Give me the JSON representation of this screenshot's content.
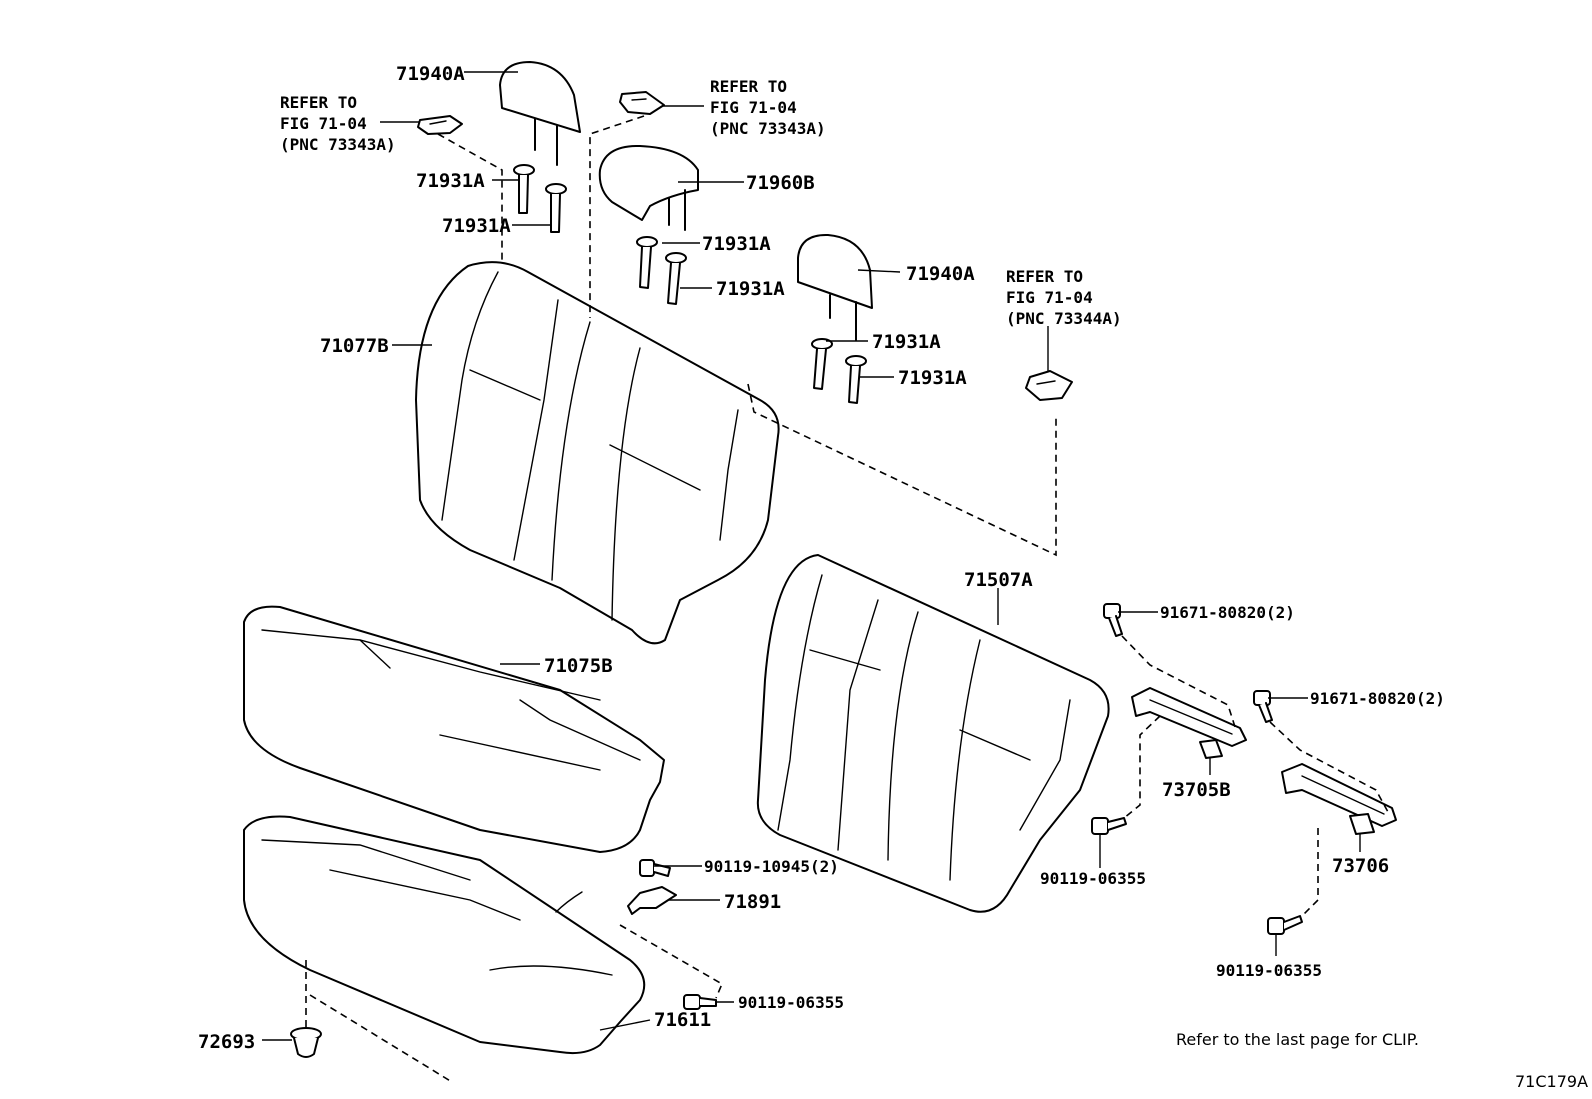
{
  "parts": {
    "p71940A_top": "71940A",
    "p71931A_1": "71931A",
    "p71931A_2": "71931A",
    "p71960B": "71960B",
    "p71931A_3": "71931A",
    "p71931A_4": "71931A",
    "p71940A_right": "71940A",
    "p71931A_5": "71931A",
    "p71931A_6": "71931A",
    "p71077B": "71077B",
    "p71507A": "71507A",
    "p71075B": "71075B",
    "p90119_10945": "90119-10945(2)",
    "p71891": "71891",
    "p90119_06355_a": "90119-06355",
    "p71611": "71611",
    "p72693": "72693",
    "p91671_80820_a": "91671-80820(2)",
    "p73705B": "73705B",
    "p90119_06355_b": "90119-06355",
    "p91671_80820_b": "91671-80820(2)",
    "p73706": "73706",
    "p90119_06355_c": "90119-06355"
  },
  "refs": {
    "left": {
      "l1": "REFER TO",
      "l2": "FIG 71-04",
      "l3": "(PNC 73343A)"
    },
    "center": {
      "l1": "REFER TO",
      "l2": "FIG 71-04",
      "l3": "(PNC 73343A)"
    },
    "right": {
      "l1": "REFER TO",
      "l2": "FIG 71-04",
      "l3": "(PNC 73344A)"
    }
  },
  "note": "Refer to the last page for CLIP.",
  "figure_id": "71C179A"
}
